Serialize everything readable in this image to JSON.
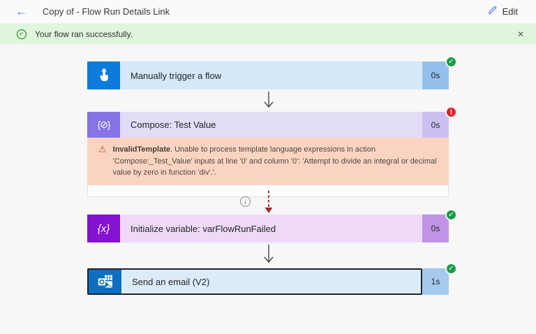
{
  "header": {
    "title": "Copy of - Flow Run Details Link",
    "edit_label": "Edit"
  },
  "banner": {
    "message": "Your flow ran successfully.",
    "close_glyph": "✕",
    "check_glyph": "✓"
  },
  "icons": {
    "back_glyph": "←",
    "compose_glyph": "{⊘}",
    "variable_glyph": "{x}",
    "check_glyph": "✓",
    "error_glyph": "!",
    "warning_glyph": "⚠",
    "info_glyph": "i"
  },
  "flow": {
    "nodes": [
      {
        "label": "Manually trigger a flow",
        "duration": "0s",
        "status": "succeeded",
        "icon": "manual-trigger"
      },
      {
        "label": "Compose: Test Value",
        "duration": "0s",
        "status": "failed",
        "icon": "compose",
        "error": {
          "title": "InvalidTemplate",
          "body": ". Unable to process template language expressions in action 'Compose:_Test_Value' inputs at line '0' and column '0': 'Attempt to divide an integral or decimal value by zero in function 'div'.'."
        }
      },
      {
        "label": "Initialize variable: varFlowRunFailed",
        "duration": "0s",
        "status": "succeeded",
        "icon": "variable"
      },
      {
        "label": "Send an email (V2)",
        "duration": "1s",
        "status": "succeeded",
        "icon": "outlook",
        "selected": true
      }
    ],
    "colors": {
      "trigger_blue": "#0D7BDC",
      "compose_purple": "#8474E4",
      "variable_purple": "#8313D1",
      "outlook_blue": "#0E6FC0",
      "success_green": "#1D9B47",
      "error_red": "#DE212B",
      "banner_green": "#DFF6DD",
      "error_bg": "#FBD4C1"
    }
  }
}
